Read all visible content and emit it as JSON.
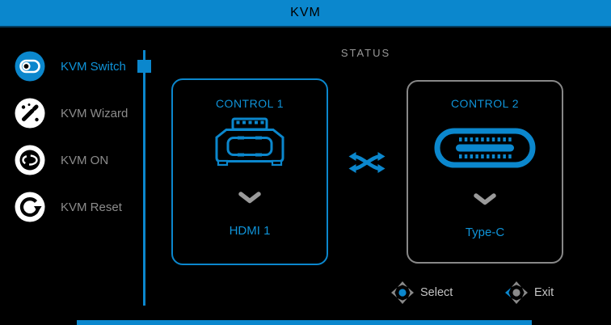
{
  "title_bar": {
    "title": "KVM"
  },
  "sidebar": {
    "items": [
      {
        "label": "KVM Switch",
        "icon": "toggle-switch-icon",
        "active": true
      },
      {
        "label": "KVM Wizard",
        "icon": "magic-wand-icon",
        "active": false
      },
      {
        "label": "KVM ON",
        "icon": "kvm-on-icon",
        "active": false
      },
      {
        "label": "KVM Reset",
        "icon": "reset-arrow-icon",
        "active": false
      }
    ]
  },
  "main": {
    "heading": "STATUS",
    "controls": [
      {
        "title": "CONTROL 1",
        "value": "HDMI 1",
        "port_icon": "hdmi-connector-icon",
        "selected": true
      },
      {
        "title": "CONTROL 2",
        "value": "Type-C",
        "port_icon": "usb-c-connector-icon",
        "selected": false
      }
    ],
    "swap_icon": "shuffle-arrows-icon"
  },
  "hints": [
    {
      "label": "Select",
      "icon": "dpad-press-icon"
    },
    {
      "label": "Exit",
      "icon": "dpad-left-icon"
    }
  ],
  "colors": {
    "accent": "#0b87cd",
    "inactive_text": "#8c8c8c",
    "muted_text": "#9a9a9a",
    "hint_text": "#c4c4c4",
    "unselected_border": "#888888",
    "background": "#000000"
  }
}
